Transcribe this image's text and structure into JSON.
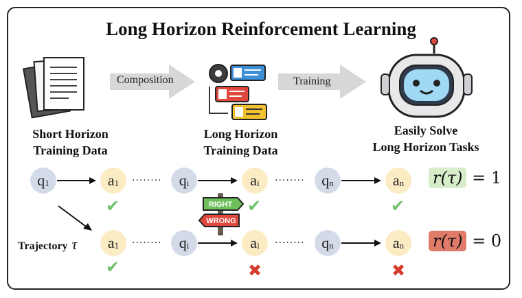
{
  "title": "Long Horizon Reinforcement Learning",
  "stage_captions": {
    "short_horizon": [
      "Short Horizon",
      "Training Data"
    ],
    "long_horizon": [
      "Long Horizon",
      "Training Data"
    ],
    "solve": [
      "Easily Solve",
      "Long Horizon Tasks"
    ]
  },
  "arrows": {
    "composition": "Composition",
    "training": "Training"
  },
  "sign": {
    "right": "RIGHT",
    "wrong": "WRONG"
  },
  "row1": {
    "q1": "q",
    "q1_sub": "1",
    "a1": "a",
    "a1_sub": "1",
    "qi": "q",
    "qi_sub": "i",
    "ai": "a",
    "ai_sub": "i",
    "qn": "q",
    "qn_sub": "n",
    "an": "a",
    "an_sub": "n",
    "reward_fn": "r(τ)",
    "reward_eq": "= 1",
    "reward_color": "#d7ecc9"
  },
  "row2": {
    "label": "Trajectory",
    "tau": "τ",
    "a1": "a",
    "a1_sub": "1",
    "qi": "q",
    "qi_sub": "i",
    "ai": "a",
    "ai_sub": "i",
    "qn": "q",
    "qn_sub": "n",
    "an": "a",
    "an_sub": "n",
    "reward_fn": "r(τ)",
    "reward_eq": "= 0",
    "reward_color": "#e07b6a"
  },
  "dots": "........",
  "marks": {
    "check": "✔",
    "cross": "✖"
  },
  "colors": {
    "q_node": "#d4dbe8",
    "a_node": "#fbecc4",
    "check": "#71c26b",
    "cross": "#d43c2c"
  }
}
